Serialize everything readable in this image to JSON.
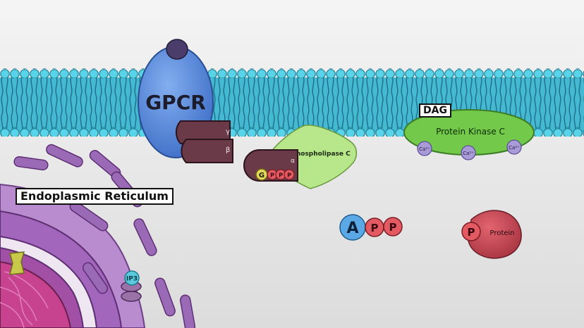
{
  "labels": {
    "gpcr": "GPCR",
    "gamma": "γ",
    "beta": "β",
    "alpha": "α",
    "g": "G",
    "p": "P",
    "phospholipase": "Phospholipase C",
    "dag": "DAG",
    "pkc": "Protein Kinase C",
    "ca": "Ca²⁺",
    "er": "Endoplasmic Reticulum",
    "ip3": "IP3",
    "a": "A",
    "protein": "Protein"
  },
  "colors": {
    "membrane": "#3fb8cf",
    "lipid_head": "#55d2e6",
    "gpcr": "#5d8fe0",
    "ligand": "#4a3d6b",
    "gprotein": "#6b3a48",
    "phospholipase": "#b8e68a",
    "pkc": "#72c94a",
    "calcium": "#a89bd8",
    "adenosine": "#5aa9e6",
    "phosphate": "#e45a63",
    "protein": "#c94a55",
    "er": "#9b62b0",
    "ip3": "#5cc9dc",
    "guanine": "#e3d85c"
  },
  "icons": [
    "ligand-icon",
    "gpcr-receptor",
    "g-protein-subunit",
    "calcium-ion",
    "phosphate-group",
    "ip3-receptor-channel"
  ]
}
